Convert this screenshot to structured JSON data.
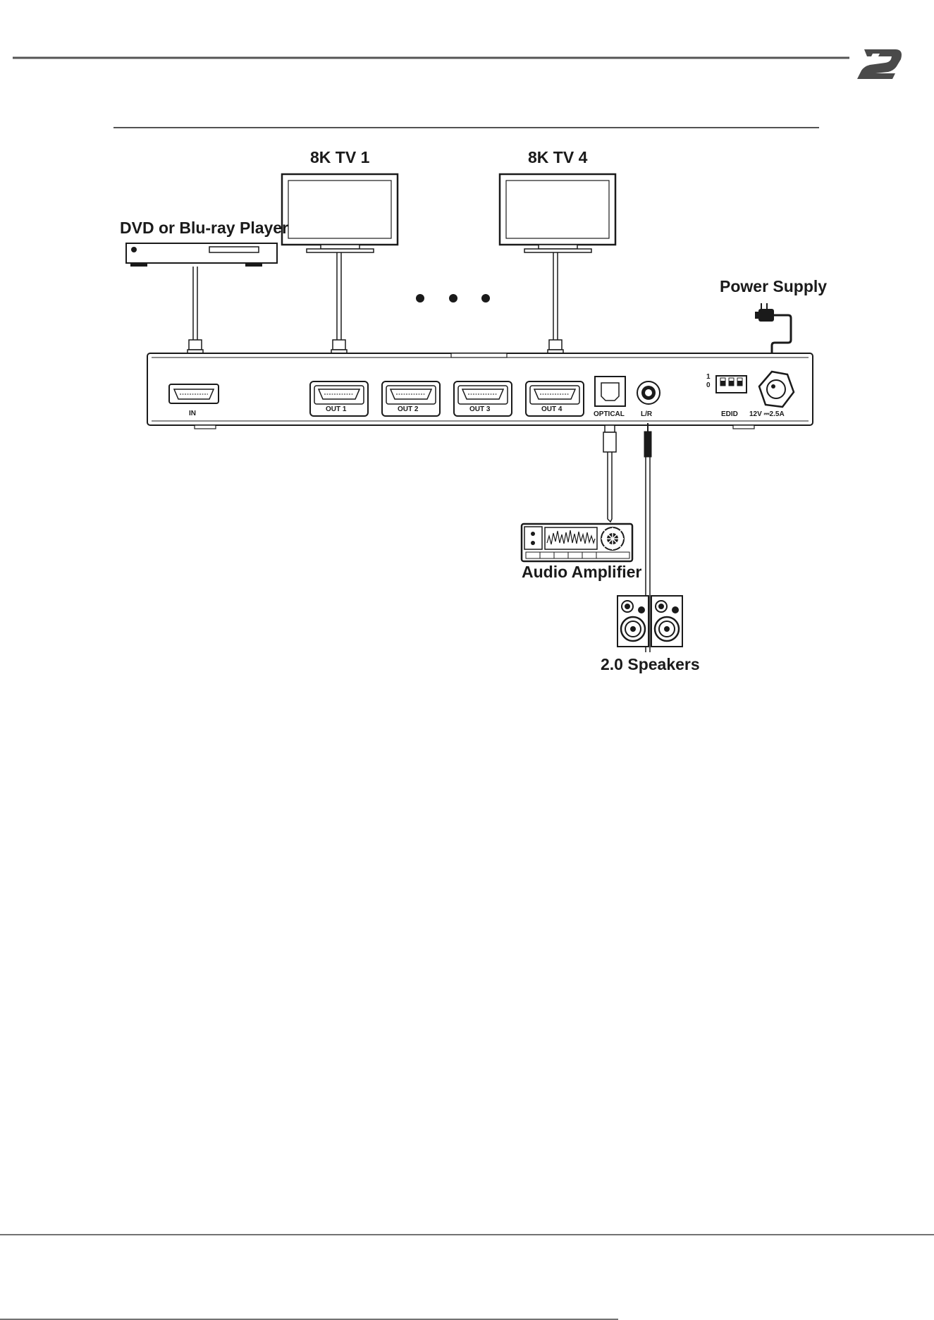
{
  "header": {
    "logo_icon": "b2-logo-icon"
  },
  "diagram": {
    "devices": {
      "source": "DVD or Blu-ray Player",
      "tv1": "8K TV 1",
      "tv4": "8K TV 4",
      "power": "Power Supply",
      "amplifier": "Audio Amplifier",
      "speakers": "2.0 Speakers"
    },
    "ports": {
      "in": "IN",
      "out1": "OUT 1",
      "out2": "OUT 2",
      "out3": "OUT 3",
      "out4": "OUT 4",
      "optical": "OPTICAL",
      "lr": "L/R",
      "edid": "EDID",
      "edid_1": "1",
      "edid_0": "0",
      "power_rating": "12V ⎓2.5A"
    }
  },
  "colors": {
    "line": "#1a1a1a",
    "rule": "#555555",
    "logo": "#4a4a4a"
  }
}
